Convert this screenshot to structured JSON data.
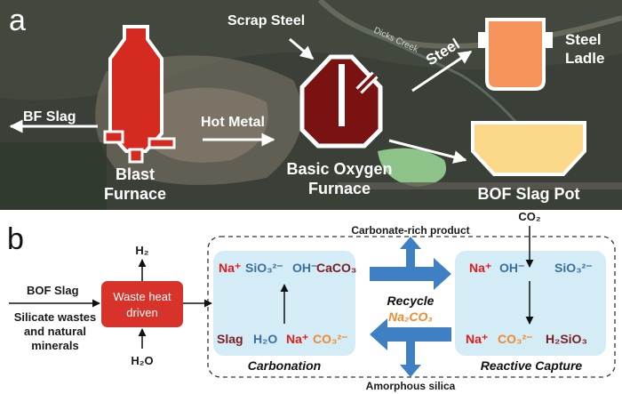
{
  "panel_a": {
    "label": "a",
    "bf_slag": "BF Slag",
    "hot_metal": "Hot Metal",
    "scrap_steel": "Scrap Steel",
    "dicks_creek": "Dicks Creek",
    "steel": "Steel",
    "blast_furnace_1": "Blast",
    "blast_furnace_2": "Furnace",
    "bof_1": "Basic Oxygen",
    "bof_2": "Furnace",
    "ladle_1": "Steel",
    "ladle_2": "Ladle",
    "slag_pot": "BOF Slag Pot",
    "colors": {
      "blast_furnace": "#d42a1f",
      "bof": "#7a1212",
      "ladle": "#f6935a",
      "slag_pot": "#fcd988",
      "aerial": "#3a3f37"
    }
  },
  "panel_b": {
    "label": "b",
    "bof_slag": "BOF Slag",
    "inputs_1": "Silicate wastes",
    "inputs_2": "and natural",
    "inputs_3": "minerals",
    "h2": "H₂",
    "h2o": "H₂O",
    "box_1": "Waste heat",
    "box_2": "driven",
    "carbonate_product": "Carbonate-rich product",
    "co2": "CO₂",
    "recycle": "Recycle",
    "na2co3": "Na₂CO₃",
    "amorphous_silica": "Amorphous silica",
    "carbonation_title": "Carbonation",
    "capture_title": "Reactive Capture",
    "c_na": "Na⁺",
    "c_sio3": "SiO₃²⁻",
    "c_oh": "OH⁻",
    "c_caco3": "CaCO₃",
    "c_slag": "Slag",
    "c_h2o": "H₂O",
    "c_na2": "Na⁺",
    "c_co3": "CO₃²⁻",
    "r_na": "Na⁺",
    "r_oh": "OH⁻",
    "r_sio3": "SiO₃²⁻",
    "r_na2": "Na⁺",
    "r_co3": "CO₃²⁻",
    "r_h2sio3": "H₂SiO₃",
    "colors": {
      "box": "#d7332a",
      "pale_blue": "#d4ecf6",
      "big_arrow": "#3f7fc3",
      "na": "#e11b1b",
      "blue_ion": "#3a6fa3",
      "dark_red": "#7a1d1d",
      "orange": "#ef8a2e"
    }
  }
}
